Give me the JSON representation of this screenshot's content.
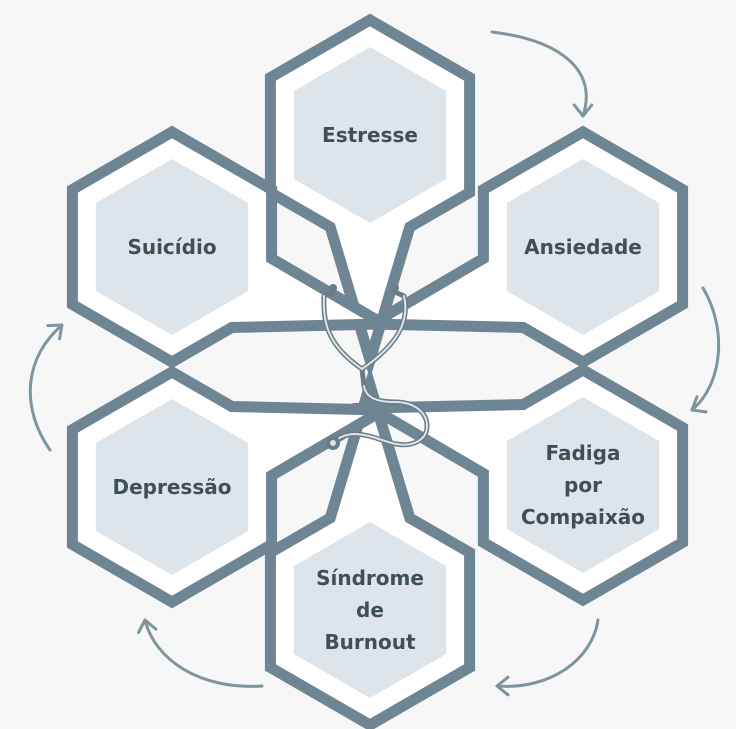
{
  "colors": {
    "background": "#f7f7f7",
    "outline": "#6e8593",
    "inner_fill": "#dde4ea",
    "text": "#3e4f5b",
    "arrow": "#7e949f",
    "stethoscope": "#6b7c86"
  },
  "center_icon": "stethoscope-icon",
  "nodes": [
    {
      "id": "estresse",
      "lines": [
        "Estresse"
      ]
    },
    {
      "id": "ansiedade",
      "lines": [
        "Ansiedade"
      ]
    },
    {
      "id": "fadiga",
      "lines": [
        "Fadiga",
        "por",
        "Compaixão"
      ]
    },
    {
      "id": "burnout",
      "lines": [
        "Síndrome",
        "de",
        "Burnout"
      ]
    },
    {
      "id": "depressao",
      "lines": [
        "Depressão"
      ]
    },
    {
      "id": "suicidio",
      "lines": [
        "Suicídio"
      ]
    }
  ],
  "cycle": [
    "estresse",
    "ansiedade",
    "fadiga",
    "burnout",
    "depressao",
    "suicidio"
  ]
}
